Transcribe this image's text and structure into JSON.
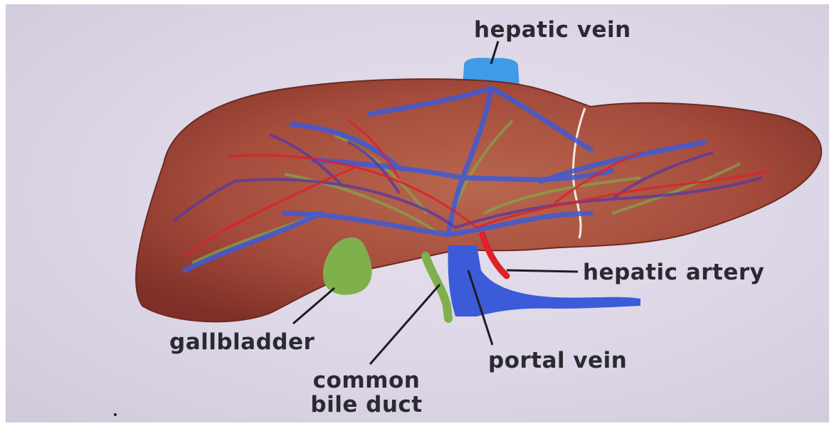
{
  "labels": {
    "hepatic_vein": "hepatic vein",
    "hepatic_artery": "hepatic artery",
    "gallbladder": "gallbladder",
    "portal_vein": "portal vein",
    "common_bile_duct_line1": "common",
    "common_bile_duct_line2": "bile duct"
  },
  "colors": {
    "liver": "#a14a3a",
    "vein": "#3c5bd8",
    "artery": "#e0202a",
    "bile": "#7faa4a",
    "background": "#dcd6e6"
  }
}
